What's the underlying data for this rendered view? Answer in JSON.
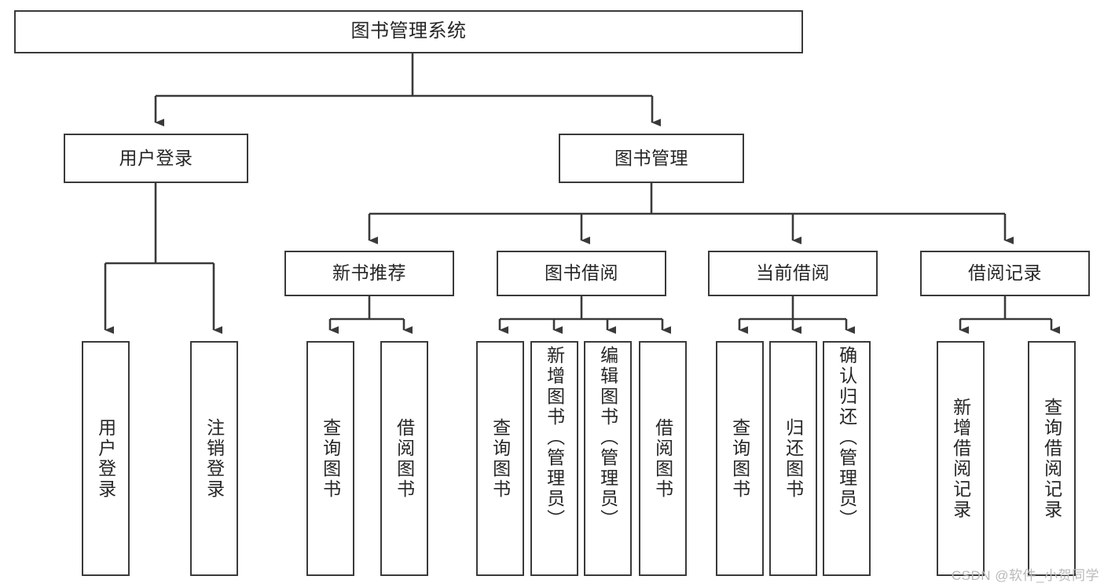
{
  "diagram": {
    "title": "图书管理系统",
    "type": "hierarchy-tree",
    "watermark": "CSDN @软件_小贺同学",
    "levels": {
      "root": {
        "label": "图书管理系统"
      },
      "level2": [
        {
          "id": "user-login",
          "label": "用户登录"
        },
        {
          "id": "book-management",
          "label": "图书管理"
        }
      ],
      "level3": [
        {
          "id": "new-book-recommend",
          "label": "新书推荐",
          "parent": "book-management"
        },
        {
          "id": "book-borrow",
          "label": "图书借阅",
          "parent": "book-management"
        },
        {
          "id": "current-borrow",
          "label": "当前借阅",
          "parent": "book-management"
        },
        {
          "id": "borrow-record",
          "label": "借阅记录",
          "parent": "book-management"
        }
      ],
      "leaves": [
        {
          "id": "leaf-user-login",
          "label": "用户登录",
          "parent": "user-login"
        },
        {
          "id": "leaf-logout-login",
          "label": "注销登录",
          "parent": "user-login"
        },
        {
          "id": "leaf-query-book-1",
          "label": "查询图书",
          "parent": "new-book-recommend"
        },
        {
          "id": "leaf-borrow-book-1",
          "label": "借阅图书",
          "parent": "new-book-recommend"
        },
        {
          "id": "leaf-query-book-2",
          "label": "查询图书",
          "parent": "book-borrow"
        },
        {
          "id": "leaf-add-book",
          "label": "新增图书（管理员）",
          "parent": "book-borrow"
        },
        {
          "id": "leaf-edit-book",
          "label": "编辑图书（管理员）",
          "parent": "book-borrow"
        },
        {
          "id": "leaf-borrow-book-2",
          "label": "借阅图书",
          "parent": "book-borrow"
        },
        {
          "id": "leaf-query-book-3",
          "label": "查询图书",
          "parent": "current-borrow"
        },
        {
          "id": "leaf-return-book",
          "label": "归还图书",
          "parent": "current-borrow"
        },
        {
          "id": "leaf-confirm-return",
          "label": "确认归还（管理员）",
          "parent": "current-borrow"
        },
        {
          "id": "leaf-add-record",
          "label": "新增借阅记录",
          "parent": "borrow-record"
        },
        {
          "id": "leaf-query-record",
          "label": "查询借阅记录",
          "parent": "borrow-record"
        }
      ]
    },
    "colors": {
      "border": "#3a3a3a",
      "background": "#ffffff",
      "text": "#262626",
      "watermark": "#b9b9b9"
    }
  }
}
